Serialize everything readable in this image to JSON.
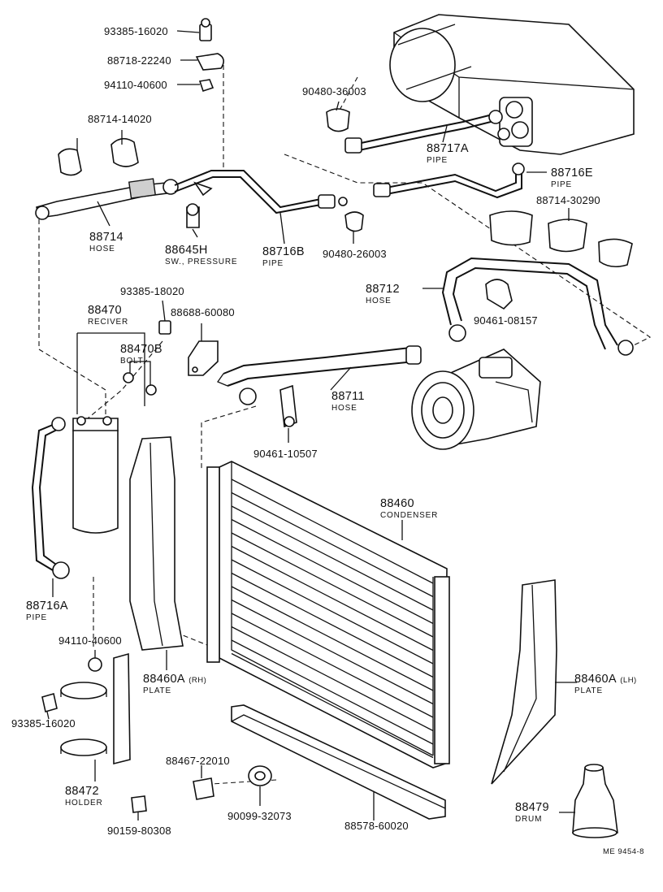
{
  "figure_code": "ME 9454-8",
  "parts": {
    "p93385_16020_top": "93385-16020",
    "p88718_22240": "88718-22240",
    "p94110_40600_top": "94110-40600",
    "p88714_14020": "88714-14020",
    "p88714": {
      "num": "88714",
      "desc": "HOSE"
    },
    "p88645H": {
      "num": "88645H",
      "desc": "SW., PRESSURE"
    },
    "p88716B": {
      "num": "88716B",
      "desc": "PIPE"
    },
    "p90480_36003": "90480-36003",
    "p88717A": {
      "num": "88717A",
      "desc": "PIPE"
    },
    "p88716E": {
      "num": "88716E",
      "desc": "PIPE"
    },
    "p88714_30290": "88714-30290",
    "p90480_26003": "90480-26003",
    "p88712": {
      "num": "88712",
      "desc": "HOSE"
    },
    "p90461_08157": "90461-08157",
    "p93385_18020": "93385-18020",
    "p88470": {
      "num": "88470",
      "desc": "RECIVER"
    },
    "p88688_60080": "88688-60080",
    "p88470B": {
      "num": "88470B",
      "desc": "BOLT"
    },
    "p88711": {
      "num": "88711",
      "desc": "HOSE"
    },
    "p90461_10507": "90461-10507",
    "p88460": {
      "num": "88460",
      "desc": "CONDENSER"
    },
    "p88716A": {
      "num": "88716A",
      "desc": "PIPE"
    },
    "p94110_40600_bottom": "94110-40600",
    "p88460A_RH": {
      "num": "88460A",
      "side": "(RH)",
      "desc": "PLATE"
    },
    "p88460A_LH": {
      "num": "88460A",
      "side": "(LH)",
      "desc": "PLATE"
    },
    "p93385_16020_bottom": "93385-16020",
    "p88472": {
      "num": "88472",
      "desc": "HOLDER"
    },
    "p88467_22010": "88467-22010",
    "p90159_80308": "90159-80308",
    "p90099_32073": "90099-32073",
    "p88578_60020": "88578-60020",
    "p88479": {
      "num": "88479",
      "desc": "DRUM"
    }
  }
}
